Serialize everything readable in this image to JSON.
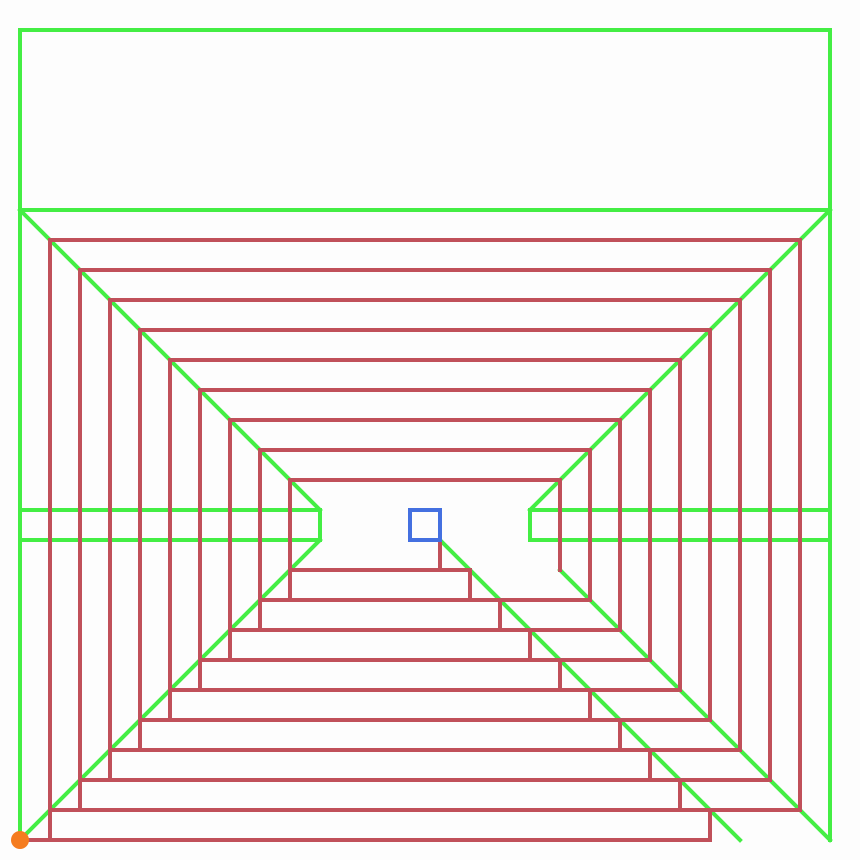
{
  "diagram": {
    "kind": "spiral-maze",
    "rings": 9,
    "colors": {
      "background": "#fdfdfd",
      "boundary": "#44ee44",
      "walls": "#c0505a",
      "goal": "#4470e0",
      "start": "#f57c1f"
    },
    "markers": {
      "start": "start-dot",
      "goal": "goal-square"
    }
  }
}
